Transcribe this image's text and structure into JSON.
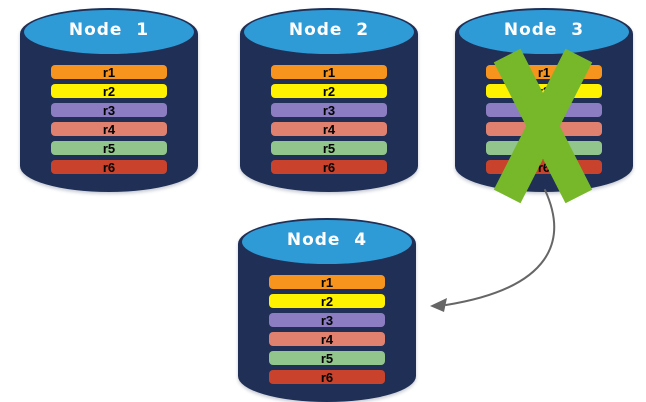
{
  "diagram": {
    "background_color": "#FFFFFF",
    "cylinder": {
      "body_color": "#1F2F55",
      "top_color": "#2F9BD6"
    },
    "x_mark": {
      "color": "#77B82A"
    },
    "arrow": {
      "color": "#666666",
      "from": "Node 3",
      "to": "Node 4"
    },
    "nodes": [
      {
        "title": "Node  1",
        "failed": false,
        "rows": [
          {
            "label": "r1",
            "color": "#F7941D"
          },
          {
            "label": "r2",
            "color": "#FFF200"
          },
          {
            "label": "r3",
            "color": "#8C7CC2"
          },
          {
            "label": "r4",
            "color": "#E0806E"
          },
          {
            "label": "r5",
            "color": "#91C58B"
          },
          {
            "label": "r6",
            "color": "#C8422C"
          }
        ]
      },
      {
        "title": "Node  2",
        "failed": false,
        "rows": [
          {
            "label": "r1",
            "color": "#F7941D"
          },
          {
            "label": "r2",
            "color": "#FFF200"
          },
          {
            "label": "r3",
            "color": "#8C7CC2"
          },
          {
            "label": "r4",
            "color": "#E0806E"
          },
          {
            "label": "r5",
            "color": "#91C58B"
          },
          {
            "label": "r6",
            "color": "#C8422C"
          }
        ]
      },
      {
        "title": "Node  3",
        "failed": true,
        "rows": [
          {
            "label": "r1",
            "color": "#F7941D"
          },
          {
            "label": "r2",
            "color": "#FFF200"
          },
          {
            "label": "r3",
            "color": "#8C7CC2"
          },
          {
            "label": "r4",
            "color": "#E0806E"
          },
          {
            "label": "r5",
            "color": "#91C58B"
          },
          {
            "label": "r6",
            "color": "#C8422C"
          }
        ]
      },
      {
        "title": "Node  4",
        "failed": false,
        "rows": [
          {
            "label": "r1",
            "color": "#F7941D"
          },
          {
            "label": "r2",
            "color": "#FFF200"
          },
          {
            "label": "r3",
            "color": "#8C7CC2"
          },
          {
            "label": "r4",
            "color": "#E0806E"
          },
          {
            "label": "r5",
            "color": "#91C58B"
          },
          {
            "label": "r6",
            "color": "#C8422C"
          }
        ]
      }
    ]
  }
}
